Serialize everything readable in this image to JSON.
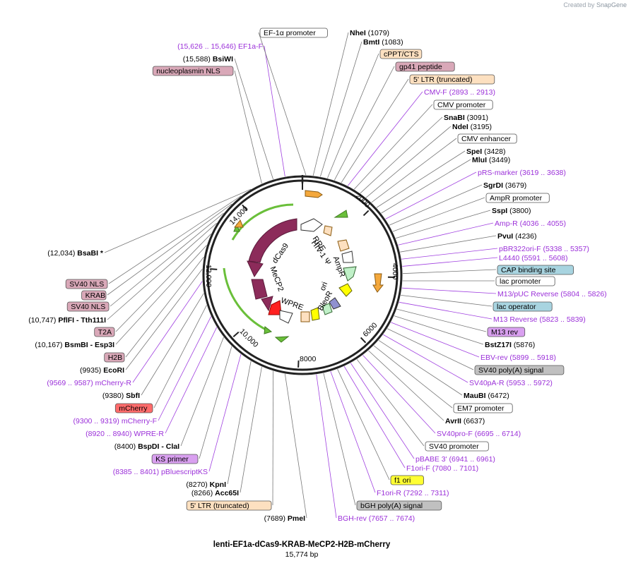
{
  "credit": {
    "prefix": "Created by",
    "brand": "SnapGene"
  },
  "plasmid": {
    "name": "lenti-EF1a-dCas9-KRAB-MeCP2-H2B-mCherry",
    "size": "15,774 bp"
  },
  "ticks": [
    "2000",
    "4000",
    "6000",
    "8000",
    "10,000",
    "12,000",
    "14,000"
  ],
  "feature_labels": [
    "dCas9",
    "MeCP2",
    "WPRE",
    "RRE",
    "HIV-1 Ψ",
    "AmpR",
    "ori",
    "BleoR"
  ],
  "left_labels": [
    {
      "kind": "primer",
      "name": "EF1a-F",
      "pos": "(15,626 .. 15,646)"
    },
    {
      "kind": "enzyme",
      "name": "BsiWI",
      "pos": "(15,588)"
    },
    {
      "kind": "box",
      "name": "nucleoplasmin NLS",
      "fill": "#d9a8b8"
    },
    {
      "kind": "enzyme",
      "name": "BsaBI *",
      "pos": "(12,034)"
    },
    {
      "kind": "box",
      "name": "SV40 NLS",
      "fill": "#d9a8b8"
    },
    {
      "kind": "box",
      "name": "KRAB",
      "fill": "#d9a8b8"
    },
    {
      "kind": "box",
      "name": "SV40 NLS",
      "fill": "#d9a8b8"
    },
    {
      "kind": "enzyme",
      "name": "PflFI - Tth111I",
      "pos": "(10,747)"
    },
    {
      "kind": "box",
      "name": "T2A",
      "fill": "#d9a8b8"
    },
    {
      "kind": "enzyme",
      "name": "BsmBI - Esp3I",
      "pos": "(10,167)"
    },
    {
      "kind": "box",
      "name": "H2B",
      "fill": "#d9a8b8"
    },
    {
      "kind": "enzyme",
      "name": "EcoRI",
      "pos": "(9935)"
    },
    {
      "kind": "primer",
      "name": "mCherry-R",
      "pos": "(9569 .. 9587)"
    },
    {
      "kind": "enzyme",
      "name": "SbfI",
      "pos": "(9380)"
    },
    {
      "kind": "box",
      "name": "mCherry",
      "fill": "#ff6b6b"
    },
    {
      "kind": "primer",
      "name": "mCherry-F",
      "pos": "(9300 .. 9319)"
    },
    {
      "kind": "primer",
      "name": "WPRE-R",
      "pos": "(8920 .. 8940)"
    },
    {
      "kind": "enzyme",
      "name": "BspDI - ClaI",
      "pos": "(8400)"
    },
    {
      "kind": "box",
      "name": "KS primer",
      "fill": "#d9a0f0"
    },
    {
      "kind": "primer",
      "name": "pBluescriptKS",
      "pos": "(8385 .. 8401)"
    },
    {
      "kind": "enzyme",
      "name": "KpnI",
      "pos": "(8270)"
    },
    {
      "kind": "enzyme",
      "name": "Acc65I",
      "pos": "(8266)"
    },
    {
      "kind": "box",
      "name": "5' LTR (truncated)",
      "fill": "#fde0c0"
    },
    {
      "kind": "enzyme",
      "name": "PmeI",
      "pos": "(7689)"
    }
  ],
  "right_labels": [
    {
      "kind": "box",
      "name": "EF-1α promoter",
      "fill": "#ffffff"
    },
    {
      "kind": "enzyme",
      "name": "NheI",
      "pos": "(1079)"
    },
    {
      "kind": "enzyme",
      "name": "BmtI",
      "pos": "(1083)"
    },
    {
      "kind": "box",
      "name": "cPPT/CTS",
      "fill": "#fde0c0"
    },
    {
      "kind": "box",
      "name": "gp41 peptide",
      "fill": "#d9a8b8"
    },
    {
      "kind": "box",
      "name": "5' LTR (truncated)",
      "fill": "#fde0c0"
    },
    {
      "kind": "primer",
      "name": "CMV-F",
      "pos": "(2893 .. 2913)"
    },
    {
      "kind": "box",
      "name": "CMV promoter",
      "fill": "#ffffff"
    },
    {
      "kind": "enzyme",
      "name": "SnaBI",
      "pos": "(3091)"
    },
    {
      "kind": "enzyme",
      "name": "NdeI",
      "pos": "(3195)"
    },
    {
      "kind": "box",
      "name": "CMV enhancer",
      "fill": "#ffffff"
    },
    {
      "kind": "enzyme",
      "name": "SpeI",
      "pos": "(3428)"
    },
    {
      "kind": "enzyme",
      "name": "MluI",
      "pos": "(3449)"
    },
    {
      "kind": "primer",
      "name": "pRS-marker",
      "pos": "(3619 .. 3638)"
    },
    {
      "kind": "enzyme",
      "name": "SgrDI",
      "pos": "(3679)"
    },
    {
      "kind": "box",
      "name": "AmpR promoter",
      "fill": "#ffffff"
    },
    {
      "kind": "enzyme",
      "name": "SspI",
      "pos": "(3800)"
    },
    {
      "kind": "primer",
      "name": "Amp-R",
      "pos": "(4036 .. 4055)"
    },
    {
      "kind": "enzyme",
      "name": "PvuI",
      "pos": "(4236)"
    },
    {
      "kind": "primer",
      "name": "pBR322ori-F",
      "pos": "(5338 .. 5357)"
    },
    {
      "kind": "primer",
      "name": "L4440",
      "pos": "(5591 .. 5608)"
    },
    {
      "kind": "box",
      "name": "CAP binding site",
      "fill": "#a8d4e0"
    },
    {
      "kind": "box",
      "name": "lac promoter",
      "fill": "#ffffff"
    },
    {
      "kind": "primer",
      "name": "M13/pUC Reverse",
      "pos": "(5804 .. 5826)"
    },
    {
      "kind": "box",
      "name": "lac operator",
      "fill": "#a8d4e0"
    },
    {
      "kind": "primer",
      "name": "M13 Reverse",
      "pos": "(5823 .. 5839)"
    },
    {
      "kind": "box",
      "name": "M13 rev",
      "fill": "#d9a0f0"
    },
    {
      "kind": "enzyme",
      "name": "BstZ17I",
      "pos": "(5876)"
    },
    {
      "kind": "primer",
      "name": "EBV-rev",
      "pos": "(5899 .. 5918)"
    },
    {
      "kind": "box",
      "name": "SV40 poly(A) signal",
      "fill": "#c0c0c0"
    },
    {
      "kind": "primer",
      "name": "SV40pA-R",
      "pos": "(5953 .. 5972)"
    },
    {
      "kind": "enzyme",
      "name": "MauBI",
      "pos": "(6472)"
    },
    {
      "kind": "box",
      "name": "EM7 promoter",
      "fill": "#ffffff"
    },
    {
      "kind": "enzyme",
      "name": "AvrII",
      "pos": "(6637)"
    },
    {
      "kind": "primer",
      "name": "SV40pro-F",
      "pos": "(6695 .. 6714)"
    },
    {
      "kind": "box",
      "name": "SV40 promoter",
      "fill": "#ffffff"
    },
    {
      "kind": "primer",
      "name": "pBABE 3'",
      "pos": "(6941 .. 6961)"
    },
    {
      "kind": "primer",
      "name": "F1ori-F",
      "pos": "(7080 .. 7101)"
    },
    {
      "kind": "box",
      "name": "f1 ori",
      "fill": "#ffff33"
    },
    {
      "kind": "primer",
      "name": "F1ori-R",
      "pos": "(7292 .. 7311)"
    },
    {
      "kind": "box",
      "name": "bGH poly(A) signal",
      "fill": "#c0c0c0"
    },
    {
      "kind": "primer",
      "name": "BGH-rev",
      "pos": "(7657 .. 7674)"
    }
  ]
}
